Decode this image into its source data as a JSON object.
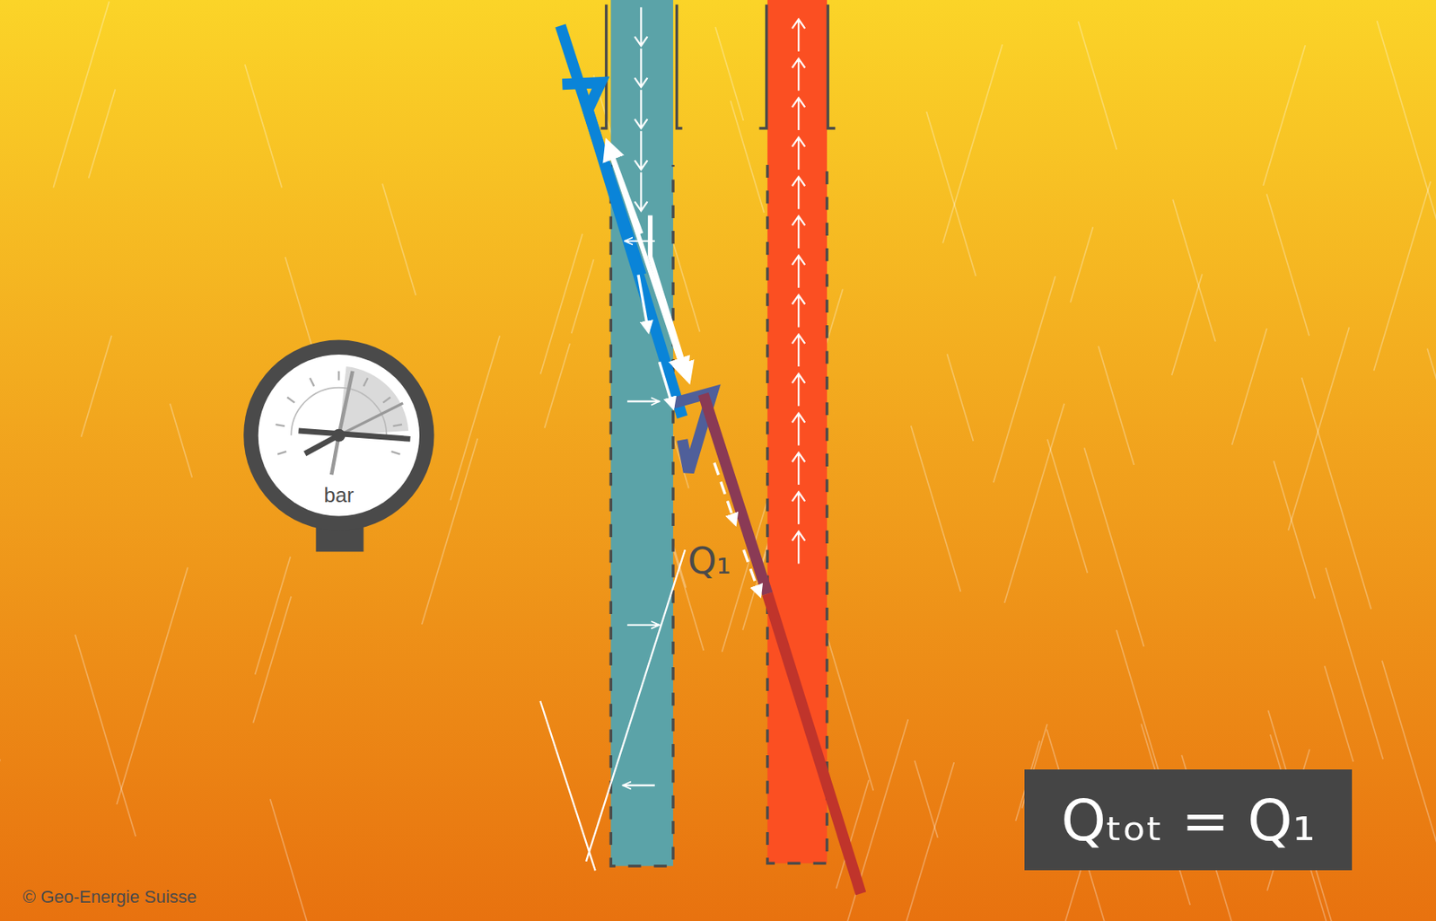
{
  "diagram": {
    "nodes": [
      {
        "text": [
          "bar"
        ]
      },
      {
        "text": [
          "Qₜₒₜ = Q₁"
        ]
      }
    ],
    "labels": [
      "Q₁",
      "© Geo-Energie Suisse"
    ]
  }
}
